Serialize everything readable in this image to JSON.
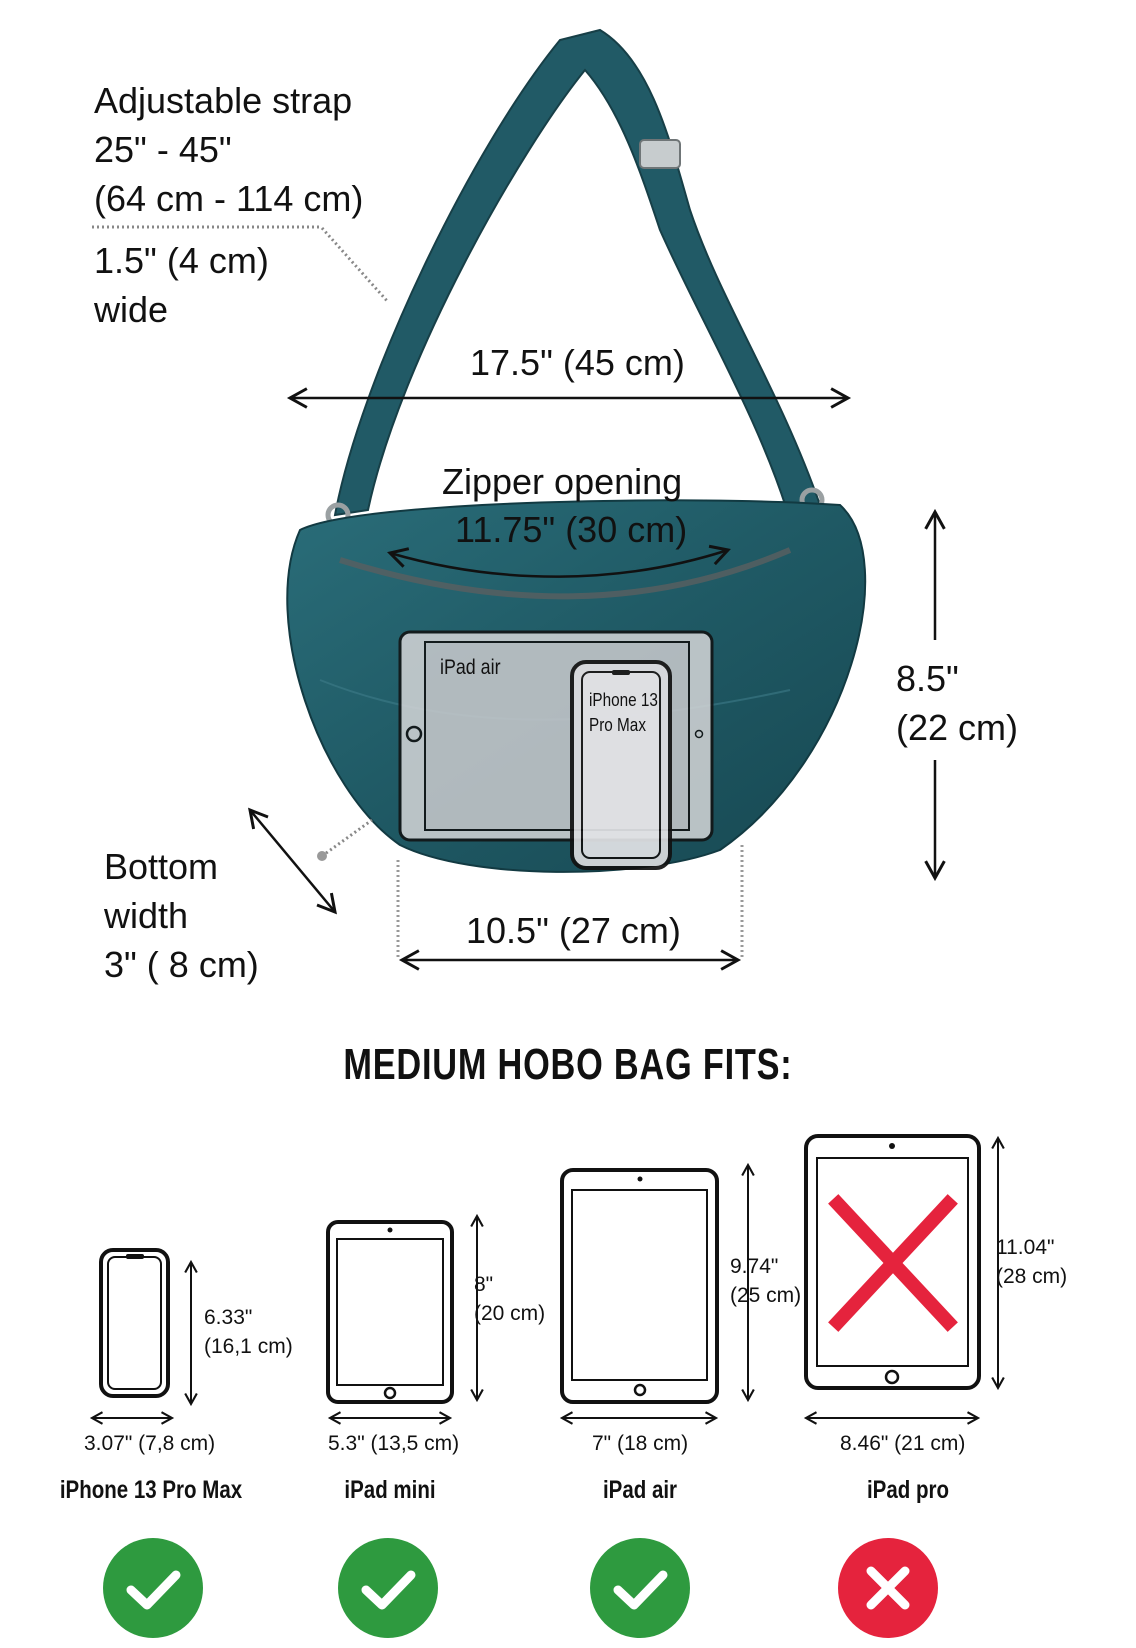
{
  "strap": {
    "line1": "Adjustable strap",
    "line2": "25\" - 45\"",
    "line3": "(64 cm - 114 cm)",
    "line4": "1.5\" (4 cm)",
    "line5": "wide"
  },
  "width_top": "17.5\" (45 cm)",
  "zipper": {
    "line1": "Zipper opening",
    "line2": "11.75\" (30 cm)"
  },
  "height": {
    "line1": "8.5\"",
    "line2": "(22 cm)"
  },
  "bottom": {
    "line1": "Bottom",
    "line2": "width",
    "line3": "3\" ( 8 cm)"
  },
  "width_bottom": "10.5\" (27 cm)",
  "overlay": {
    "tablet": "iPad air",
    "phone_line1": "iPhone 13",
    "phone_line2": "Pro Max"
  },
  "title": "MEDIUM HOBO BAG FITS:",
  "devices": [
    {
      "name": "iPhone 13 Pro Max",
      "height_line1": "6.33\"",
      "height_line2": "(16,1 cm)",
      "width": "3.07\" (7,8 cm)",
      "fits": true
    },
    {
      "name": "iPad mini",
      "height_line1": "8\"",
      "height_line2": "(20 cm)",
      "width": "5.3\" (13,5 cm)",
      "fits": true
    },
    {
      "name": "iPad air",
      "height_line1": "9.74\"",
      "height_line2": "(25 cm)",
      "width": "7\" (18 cm)",
      "fits": true
    },
    {
      "name": "iPad pro",
      "height_line1": "11.04\"",
      "height_line2": "(28 cm)",
      "width": "8.46\" (21 cm)",
      "fits": false
    }
  ],
  "colors": {
    "bag": "#1f5964",
    "fit": "#2e9a3f",
    "nofit": "#e5233d"
  }
}
